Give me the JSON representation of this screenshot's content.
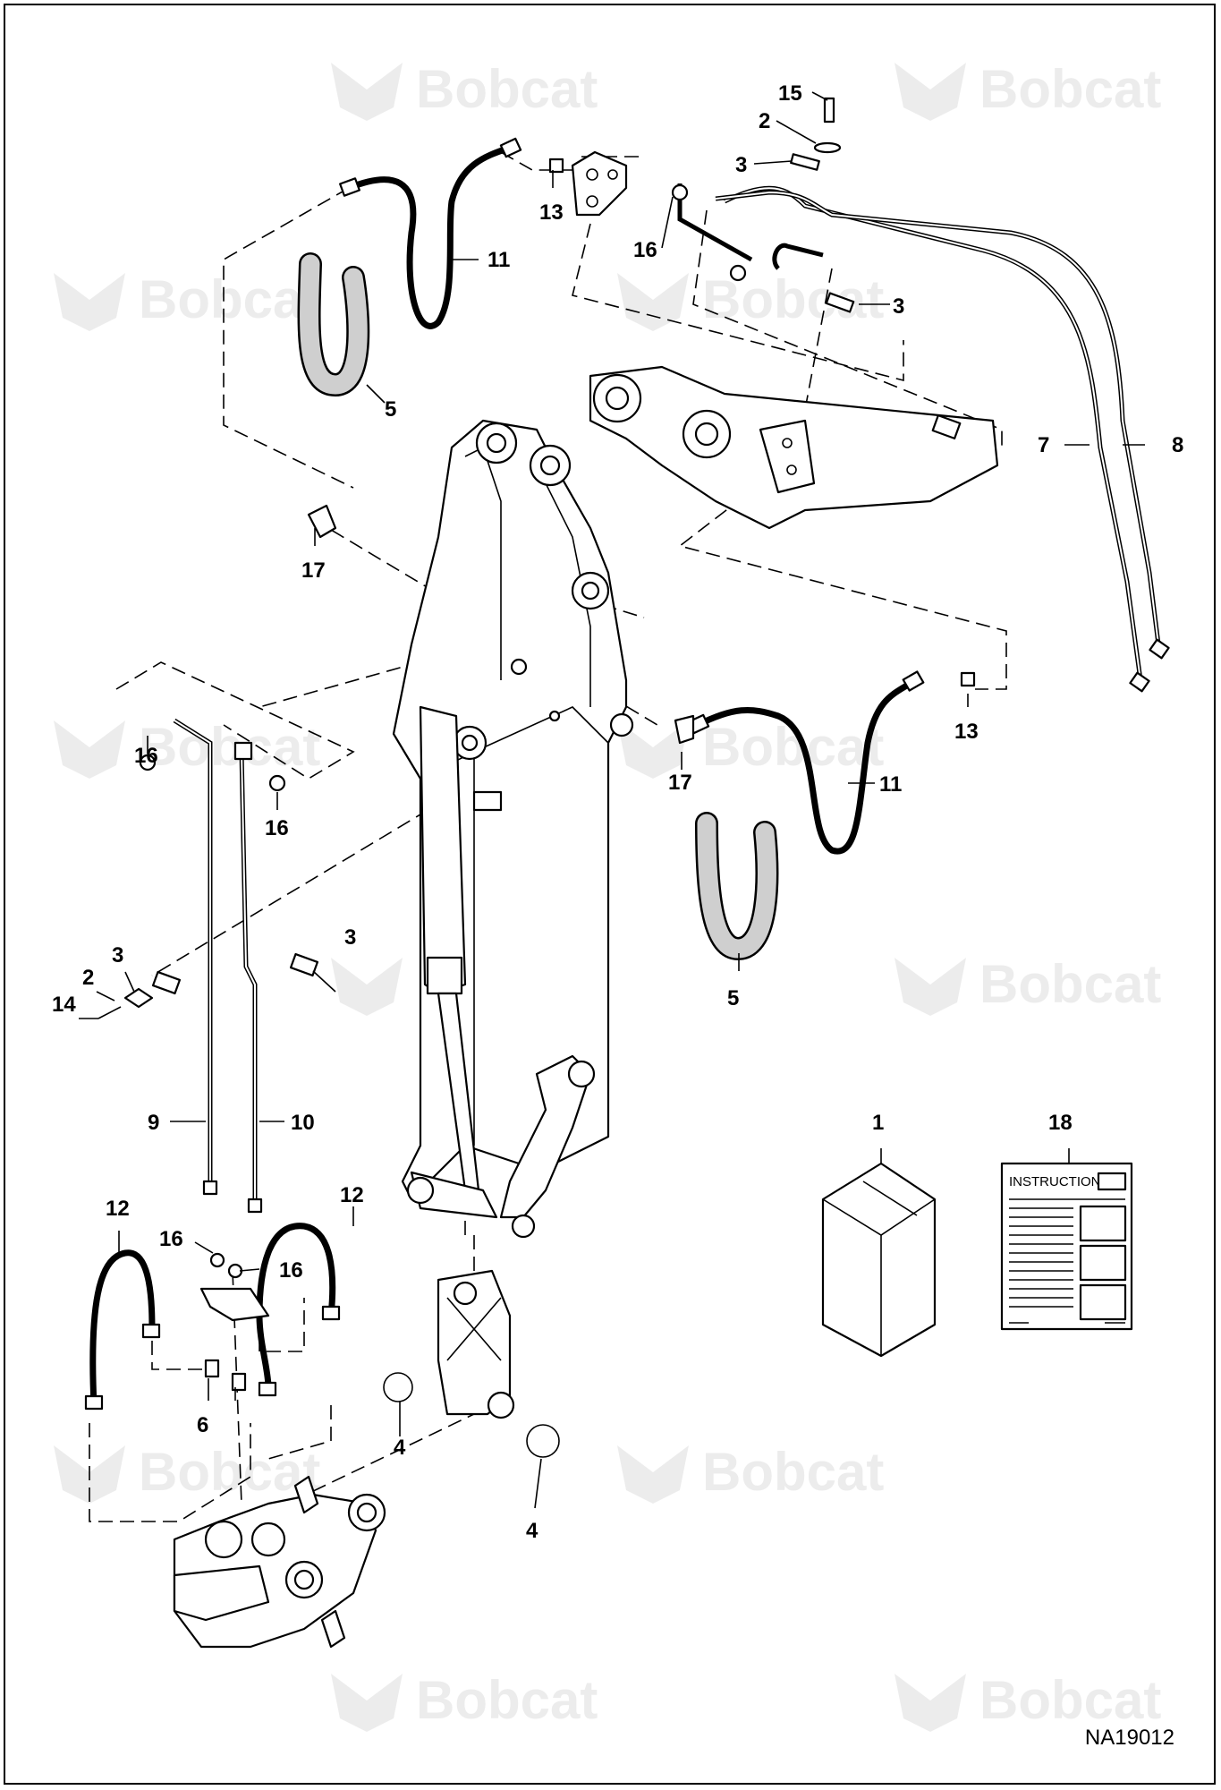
{
  "watermark": {
    "brand": "Bobcat"
  },
  "callouts": [
    {
      "label": "15"
    },
    {
      "label": "2"
    },
    {
      "label": "3"
    },
    {
      "label": "13"
    },
    {
      "label": "16"
    },
    {
      "label": "11"
    },
    {
      "label": "3"
    },
    {
      "label": "5"
    },
    {
      "label": "7"
    },
    {
      "label": "8"
    },
    {
      "label": "17"
    },
    {
      "label": "13"
    },
    {
      "label": "16"
    },
    {
      "label": "17"
    },
    {
      "label": "11"
    },
    {
      "label": "16"
    },
    {
      "label": "3"
    },
    {
      "label": "3"
    },
    {
      "label": "2"
    },
    {
      "label": "14"
    },
    {
      "label": "5"
    },
    {
      "label": "9"
    },
    {
      "label": "10"
    },
    {
      "label": "1"
    },
    {
      "label": "18"
    },
    {
      "label": "12"
    },
    {
      "label": "12"
    },
    {
      "label": "16"
    },
    {
      "label": "16"
    },
    {
      "label": "6"
    },
    {
      "label": "4"
    },
    {
      "label": "4"
    }
  ],
  "instructions_card": {
    "title": "INSTRUCTIONS"
  },
  "figure_id": "NA19012"
}
